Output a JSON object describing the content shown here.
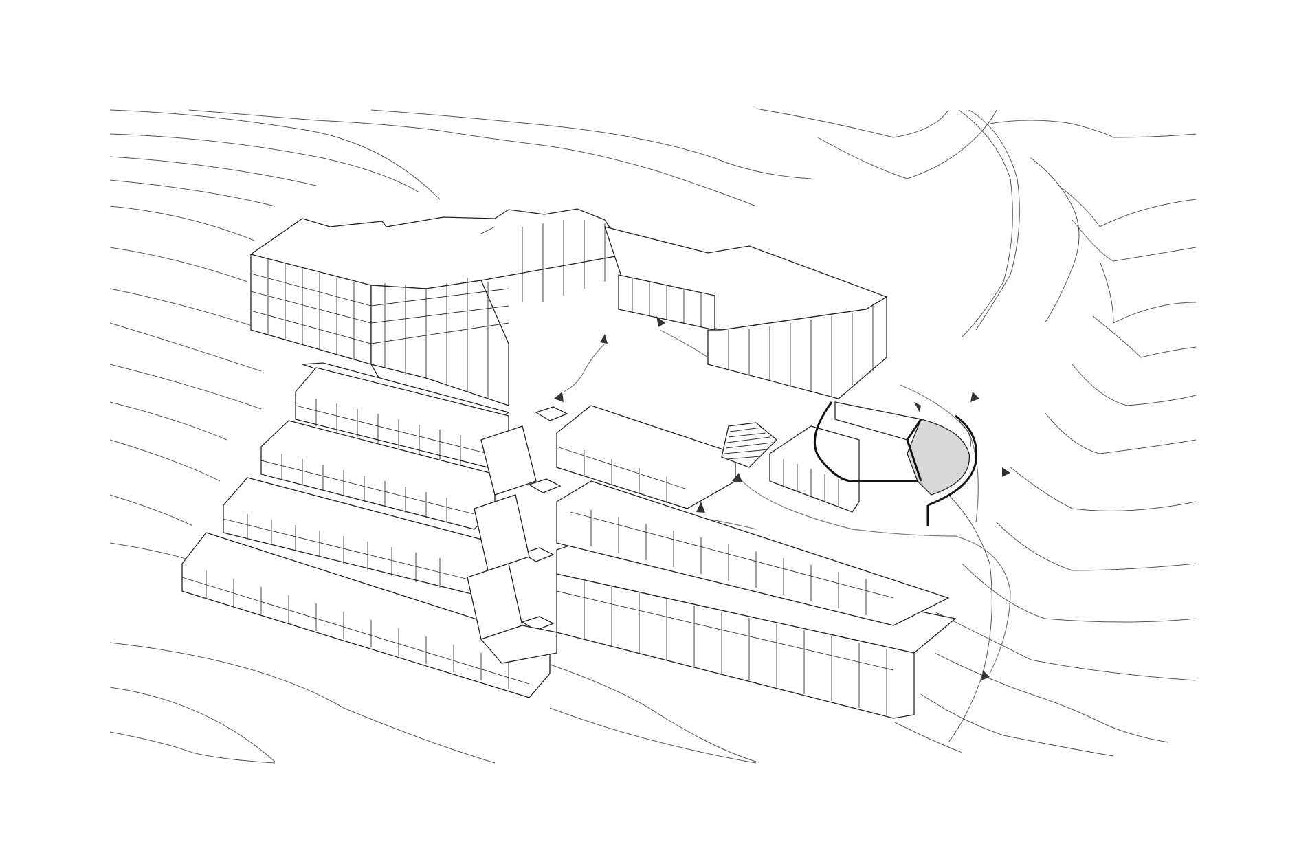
{
  "drawing": {
    "background_color": "#ffffff",
    "line_color": "#222222",
    "highlight_fill": "#d8d8d8",
    "elements": {
      "contours": "topographic-contour-lines",
      "buildings": "isometric-building-blocks",
      "circulation": "circulation-arrows",
      "highlight": "semicircular-auditorium"
    }
  }
}
